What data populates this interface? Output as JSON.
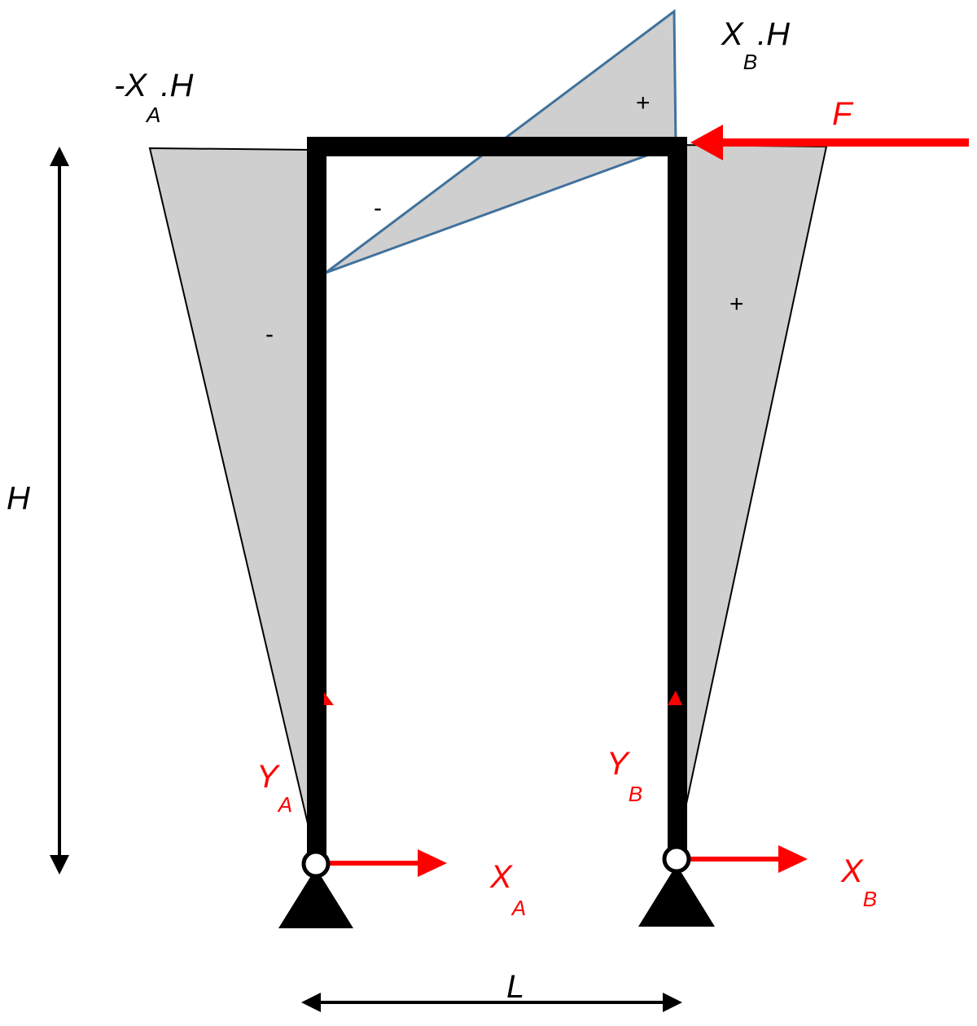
{
  "labels": {
    "height": "H",
    "span": "L",
    "force": "F",
    "moment_left_prefix": "-X",
    "moment_left_sub": "A",
    "moment_left_suffix": ".H",
    "moment_right_prefix": "X",
    "moment_right_sub": "B",
    "moment_right_suffix": ".H",
    "reaction_ya_main": "Y",
    "reaction_ya_sub": "A",
    "reaction_yb_main": "Y",
    "reaction_yb_sub": "B",
    "reaction_xa_main": "X",
    "reaction_xa_sub": "A",
    "reaction_xb_main": "X",
    "reaction_xb_sub": "B"
  },
  "signs": {
    "beam_positive": "+",
    "beam_negative": "-",
    "left_column": "-",
    "right_column": "+"
  },
  "colors": {
    "frame": "#000000",
    "diagram_fill": "#d0cfd0",
    "beam_diagram_stroke": "#41719c",
    "forces": "#ff0000"
  }
}
